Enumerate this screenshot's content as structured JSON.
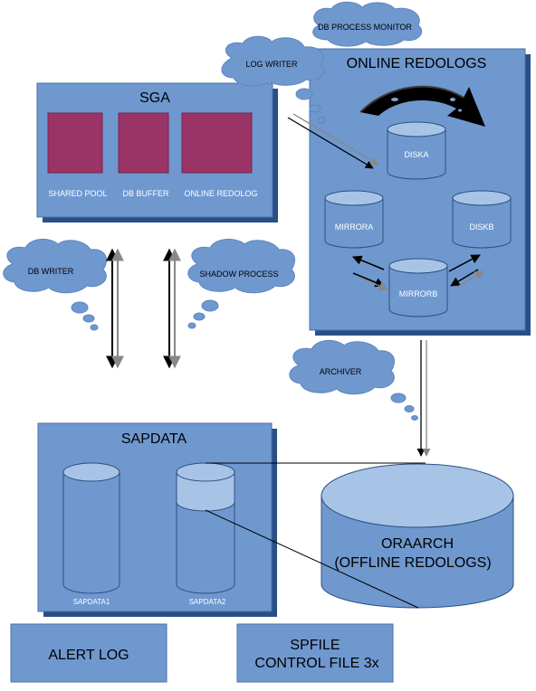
{
  "sga": {
    "title": "SGA",
    "blocks": [
      "SHARED POOL",
      "DB BUFFER",
      "ONLINE REDOLOG"
    ]
  },
  "online_redologs": {
    "title": "ONLINE REDOLOGS",
    "disks": [
      "DISKA",
      "MIRRORA",
      "DISKB",
      "MIRRORB"
    ]
  },
  "clouds": {
    "db_process_monitor": "DB PROCESS MONITOR",
    "log_writer": "LOG WRITER",
    "db_writer": "DB WRITER",
    "shadow_process": "SHADOW PROCESS",
    "archiver": "ARCHIVER"
  },
  "sapdata": {
    "title": "SAPDATA",
    "disks": [
      "SAPDATA1",
      "SAPDATA2"
    ]
  },
  "oraarch": {
    "line1": "ORAARCH",
    "line2": "(OFFLINE REDOLOGS)"
  },
  "alert_log": "ALERT LOG",
  "spfile": {
    "line1": "SPFILE",
    "line2": "CONTROL FILE 3x"
  },
  "colors": {
    "box_fill": "#6f98cf",
    "box_stroke": "#4a72aa",
    "shadow": "#2a4f86",
    "cylinder_top": "#a7c4e6",
    "block_fill": "#9a3366",
    "cloud_fill": "#6f98cf",
    "cloud_stroke": "#5e86bf"
  }
}
